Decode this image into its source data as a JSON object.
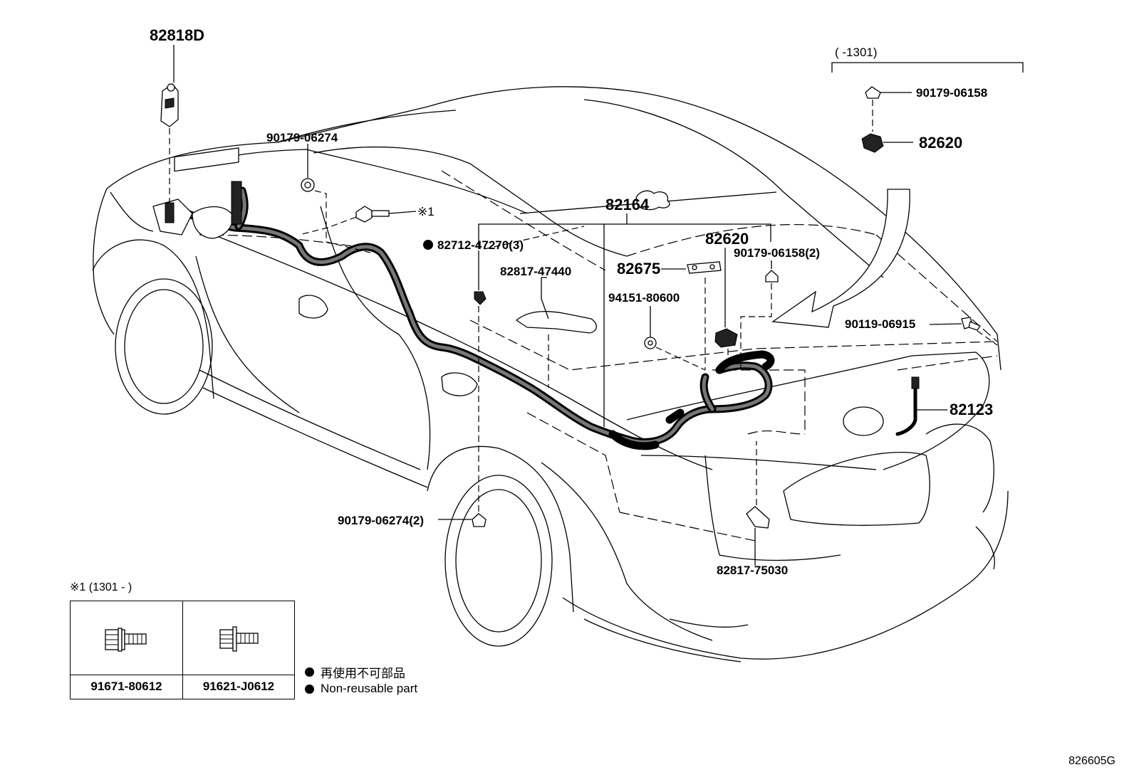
{
  "labels": {
    "p82818D": "82818D",
    "p90179_06274_top": "90179-06274",
    "note1_marker": "※1",
    "p82712": "82712-47270(3)",
    "p82817_47440": "82817-47440",
    "p82164": "82164",
    "p82620_mid": "82620",
    "p90179_06158_2": "90179-06158(2)",
    "p82675": "82675",
    "p94151": "94151-80600",
    "p90119": "90119-06915",
    "p82123": "82123",
    "p90179_06274_2": "90179-06274(2)",
    "p82817_75030": "82817-75030",
    "range_top": "(      -1301)",
    "p90179_06158": "90179-06158",
    "p82620_top": "82620"
  },
  "inset": {
    "caption": "※1 (1301 -      )",
    "parts": [
      "91671-80612",
      "91621-J0612"
    ]
  },
  "legend": {
    "jp": "再使用不可部品",
    "en": "Non-reusable part"
  },
  "figure_code": "826605G"
}
